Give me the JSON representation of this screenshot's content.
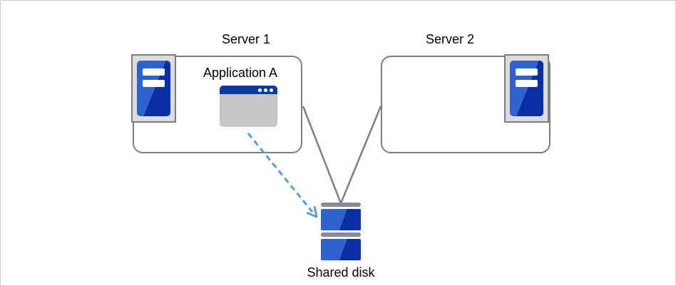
{
  "diagram": {
    "title_none": "",
    "server1": {
      "label": "Server 1"
    },
    "server2": {
      "label": "Server 2"
    },
    "application": {
      "label": "Application A"
    },
    "shared_disk": {
      "label": "Shared disk"
    },
    "icons": {
      "server1_icon": "server-tower-icon",
      "server2_icon": "server-tower-icon",
      "application_icon": "application-window-icon",
      "shared_disk_icon": "stacked-disk-icon"
    },
    "connections": [
      {
        "from": "server1-box",
        "to": "shared-disk-icon",
        "style": "solid-gray-line"
      },
      {
        "from": "server2-box",
        "to": "shared-disk-icon",
        "style": "solid-gray-line"
      },
      {
        "from": "application-window-icon",
        "to": "shared-disk-icon",
        "style": "dashed-blue-arrow"
      }
    ]
  },
  "colors": {
    "box_border": "#7F7F7F",
    "connector": "#7F7F7F",
    "arrow": "#5B9BD5",
    "icon_blue_light": "#2F62CE",
    "icon_blue_dark": "#0B2FA3",
    "titlebar_blue": "#0A3A9C",
    "window_body_gray": "#C6C6C6",
    "icon_frame_fill": "#DCDCDC",
    "disk_bar_gray": "#8A8A8A",
    "text": "#000000",
    "canvas_border": "#C9CDD1",
    "canvas_bg": "#FFFFFF"
  }
}
